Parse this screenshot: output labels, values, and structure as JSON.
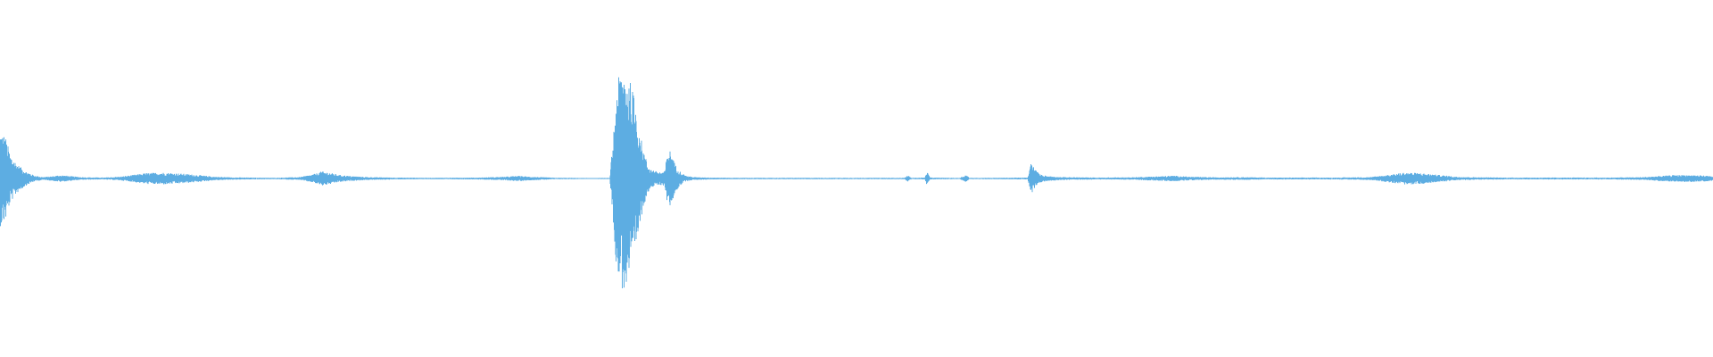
{
  "waveform": {
    "color": "#5dade2",
    "duration": 100,
    "amplitude_max": 1.0,
    "envelope": [
      [
        0.0,
        0.4
      ],
      [
        0.3,
        0.36
      ],
      [
        0.6,
        0.2
      ],
      [
        1.0,
        0.12
      ],
      [
        1.5,
        0.06
      ],
      [
        2.0,
        0.025
      ],
      [
        2.5,
        0.012
      ],
      [
        3.0,
        0.018
      ],
      [
        3.5,
        0.028
      ],
      [
        4.0,
        0.022
      ],
      [
        4.5,
        0.014
      ],
      [
        5.0,
        0.01
      ],
      [
        6.0,
        0.008
      ],
      [
        7.0,
        0.015
      ],
      [
        7.8,
        0.03
      ],
      [
        8.5,
        0.045
      ],
      [
        9.5,
        0.05
      ],
      [
        10.5,
        0.042
      ],
      [
        11.5,
        0.03
      ],
      [
        12.5,
        0.015
      ],
      [
        13.5,
        0.01
      ],
      [
        14.5,
        0.008
      ],
      [
        16.0,
        0.006
      ],
      [
        17.5,
        0.012
      ],
      [
        18.3,
        0.035
      ],
      [
        18.8,
        0.06
      ],
      [
        19.2,
        0.05
      ],
      [
        19.8,
        0.03
      ],
      [
        20.5,
        0.02
      ],
      [
        21.5,
        0.012
      ],
      [
        23.0,
        0.008
      ],
      [
        25.0,
        0.006
      ],
      [
        28.0,
        0.008
      ],
      [
        29.5,
        0.015
      ],
      [
        30.2,
        0.022
      ],
      [
        31.0,
        0.015
      ],
      [
        32.5,
        0.006
      ],
      [
        34.5,
        0.004
      ],
      [
        35.6,
        0.005
      ],
      [
        35.8,
        0.35
      ],
      [
        36.0,
        0.78
      ],
      [
        36.2,
        0.88
      ],
      [
        36.4,
        0.95
      ],
      [
        36.6,
        0.9
      ],
      [
        36.8,
        0.8
      ],
      [
        37.0,
        0.7
      ],
      [
        37.2,
        0.55
      ],
      [
        37.4,
        0.35
      ],
      [
        37.6,
        0.22
      ],
      [
        37.8,
        0.12
      ],
      [
        38.0,
        0.08
      ],
      [
        38.3,
        0.06
      ],
      [
        38.6,
        0.055
      ],
      [
        38.8,
        0.06
      ],
      [
        39.0,
        0.25
      ],
      [
        39.2,
        0.22
      ],
      [
        39.4,
        0.12
      ],
      [
        39.7,
        0.06
      ],
      [
        40.0,
        0.025
      ],
      [
        40.5,
        0.012
      ],
      [
        41.5,
        0.008
      ],
      [
        43.0,
        0.006
      ],
      [
        46.0,
        0.006
      ],
      [
        50.0,
        0.006
      ],
      [
        52.8,
        0.006
      ],
      [
        53.0,
        0.025
      ],
      [
        53.2,
        0.006
      ],
      [
        54.0,
        0.008
      ],
      [
        54.1,
        0.06
      ],
      [
        54.3,
        0.008
      ],
      [
        56.0,
        0.005
      ],
      [
        56.4,
        0.03
      ],
      [
        56.6,
        0.005
      ],
      [
        58.0,
        0.006
      ],
      [
        60.0,
        0.008
      ],
      [
        60.2,
        0.14
      ],
      [
        60.4,
        0.08
      ],
      [
        60.7,
        0.035
      ],
      [
        61.2,
        0.02
      ],
      [
        62.0,
        0.012
      ],
      [
        64.0,
        0.008
      ],
      [
        66.0,
        0.01
      ],
      [
        67.5,
        0.018
      ],
      [
        68.5,
        0.024
      ],
      [
        69.5,
        0.015
      ],
      [
        71.0,
        0.01
      ],
      [
        72.5,
        0.012
      ],
      [
        74.0,
        0.008
      ],
      [
        76.0,
        0.008
      ],
      [
        78.0,
        0.008
      ],
      [
        80.0,
        0.012
      ],
      [
        81.0,
        0.03
      ],
      [
        82.0,
        0.05
      ],
      [
        83.0,
        0.045
      ],
      [
        84.0,
        0.03
      ],
      [
        85.0,
        0.015
      ],
      [
        86.5,
        0.01
      ],
      [
        88.0,
        0.008
      ],
      [
        90.0,
        0.008
      ],
      [
        92.0,
        0.008
      ],
      [
        94.0,
        0.008
      ],
      [
        96.0,
        0.012
      ],
      [
        97.0,
        0.022
      ],
      [
        98.0,
        0.03
      ],
      [
        99.0,
        0.028
      ],
      [
        100.0,
        0.02
      ]
    ]
  }
}
